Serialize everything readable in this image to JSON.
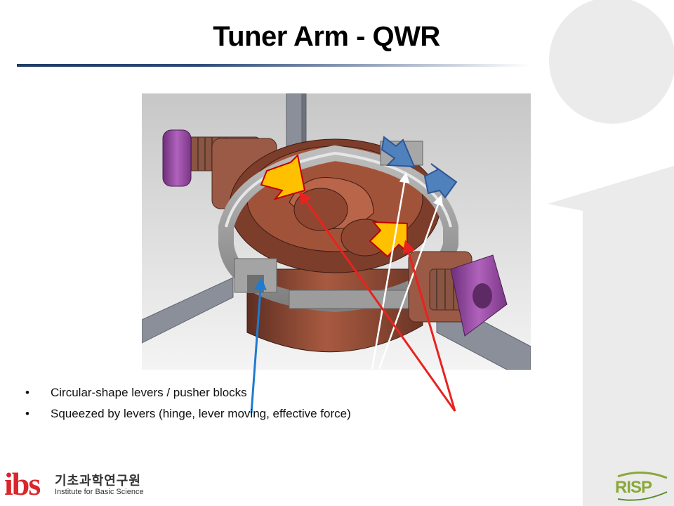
{
  "slide": {
    "title": "Tuner Arm - QWR",
    "bullets": [
      {
        "marker": "•",
        "text": "Circular-shape levers / pusher blocks"
      },
      {
        "marker": "•",
        "text": "Squeezed by levers (hinge, lever moving, effective force)"
      }
    ]
  },
  "figure": {
    "icon": "cad-tuner-assembly-image"
  },
  "logos": {
    "ibs": {
      "mark": "ibs",
      "korean": "기초과학연구원",
      "english": "Institute for Basic Science"
    },
    "risp": {
      "text": "RISP"
    }
  },
  "colors": {
    "title_rule": "#1f3b66",
    "arrow_red": "#e8231f",
    "arrow_white": "#ffffff",
    "arrow_blue": "#1e7bd0",
    "block_arrow_yellow": "#ffc000",
    "block_arrow_blue": "#4f81bd",
    "copper": "#8e4a35",
    "flange_purple": "#9a4fa6",
    "ibs_red": "#d9262c",
    "risp_green": "#8aa83a"
  }
}
